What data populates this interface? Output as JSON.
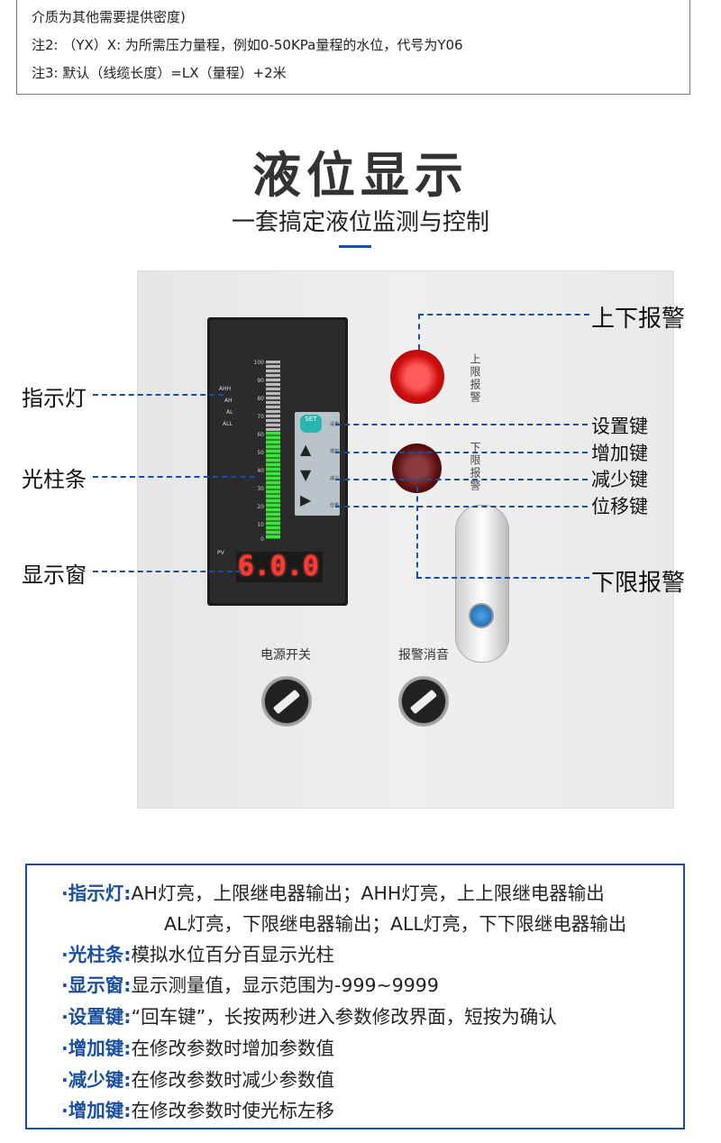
{
  "notes": [
    "介质为其他需要提供密度)",
    "注2: （YX）X: 为所需压力量程，例如0-50KPa量程的水位，代号为Y06",
    "注3: 默认（线缆长度）=LX（量程）+2米"
  ],
  "title": "液位显示",
  "subtitle": "一套搞定液位监测与控制",
  "display": {
    "ticks": [
      "100",
      "90",
      "80",
      "70",
      "60",
      "50",
      "40",
      "30",
      "20",
      "10",
      "0"
    ],
    "bar_percent": 60,
    "indicators": [
      "AHH",
      "AH",
      "AL",
      "ALL"
    ],
    "pv_label": "PV",
    "value": "6.0.0",
    "keys": {
      "set": "SET",
      "labels": [
        "设置",
        "增加",
        "减少",
        "位移"
      ]
    }
  },
  "panel": {
    "upper_alarm_label": "上限报警",
    "lower_alarm_label": "下限报警",
    "power_switch": "电源开关",
    "alarm_mute": "报警消音"
  },
  "callouts": {
    "left": [
      "指示灯",
      "光柱条",
      "显示窗"
    ],
    "right_top": "上下报警",
    "right_keys": [
      "设置键",
      "增加键",
      "减少键",
      "位移键"
    ],
    "right_bottom": "下限报警"
  },
  "descriptions": [
    {
      "label": "·指示灯:",
      "text": "AH灯亮，上限继电器输出；AHH灯亮，上上限继电器输出"
    },
    {
      "label": "",
      "text": "AL灯亮，下限继电器输出；ALL灯亮，下下限继电器输出"
    },
    {
      "label": "·光柱条:",
      "text": "模拟水位百分百显示光柱"
    },
    {
      "label": "·显示窗:",
      "text": "显示测量值，显示范围为-999~9999"
    },
    {
      "label": "·设置键:",
      "text": "“回车键”，长按两秒进入参数修改界面，短按为确认"
    },
    {
      "label": "·增加键:",
      "text": "在修改参数时增加参数值"
    },
    {
      "label": "·减少键:",
      "text": "在修改参数时减少参数值"
    },
    {
      "label": "·增加键:",
      "text": "在修改参数时使光标左移"
    }
  ],
  "colors": {
    "accent": "#1a4fa0"
  }
}
